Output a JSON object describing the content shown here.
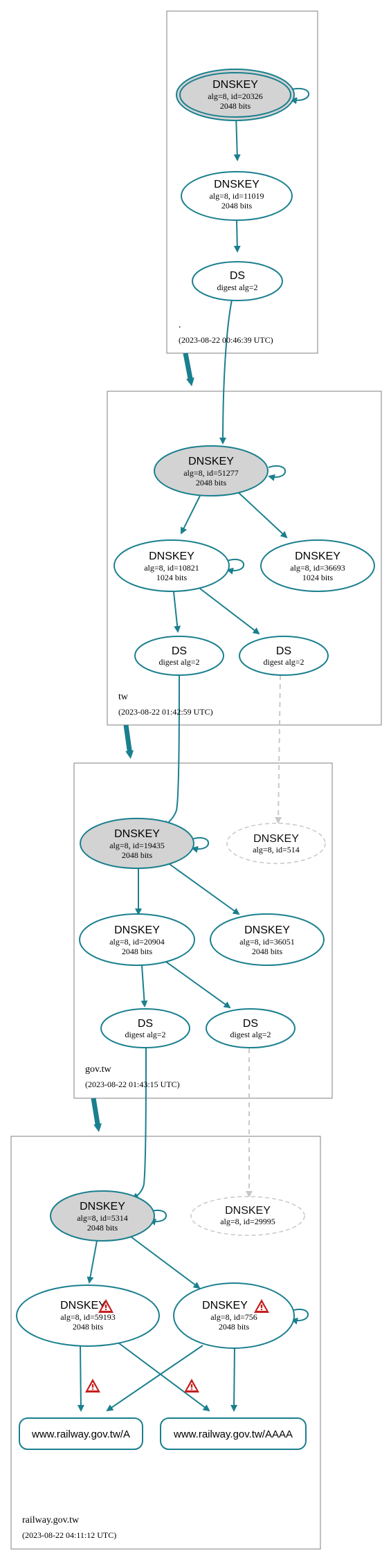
{
  "zones": {
    "root": {
      "name": ".",
      "timestamp": "(2023-08-22 00:46:39 UTC)"
    },
    "tw": {
      "name": "tw",
      "timestamp": "(2023-08-22 01:42:59 UTC)"
    },
    "govtw": {
      "name": "gov.tw",
      "timestamp": "(2023-08-22 01:43:15 UTC)"
    },
    "railway": {
      "name": "railway.gov.tw",
      "timestamp": "(2023-08-22 04:11:12 UTC)"
    }
  },
  "nodes": {
    "root_ksk": {
      "title": "DNSKEY",
      "line1": "alg=8, id=20326",
      "line2": "2048 bits"
    },
    "root_zsk": {
      "title": "DNSKEY",
      "line1": "alg=8, id=11019",
      "line2": "2048 bits"
    },
    "root_ds": {
      "title": "DS",
      "line1": "digest alg=2"
    },
    "tw_ksk": {
      "title": "DNSKEY",
      "line1": "alg=8, id=51277",
      "line2": "2048 bits"
    },
    "tw_zsk1": {
      "title": "DNSKEY",
      "line1": "alg=8, id=10821",
      "line2": "1024 bits"
    },
    "tw_zsk2": {
      "title": "DNSKEY",
      "line1": "alg=8, id=36693",
      "line2": "1024 bits"
    },
    "tw_ds1": {
      "title": "DS",
      "line1": "digest alg=2"
    },
    "tw_ds2": {
      "title": "DS",
      "line1": "digest alg=2"
    },
    "gov_ksk": {
      "title": "DNSKEY",
      "line1": "alg=8, id=19435",
      "line2": "2048 bits"
    },
    "gov_missing": {
      "title": "DNSKEY",
      "line1": "alg=8, id=514"
    },
    "gov_zsk1": {
      "title": "DNSKEY",
      "line1": "alg=8, id=20904",
      "line2": "2048 bits"
    },
    "gov_zsk2": {
      "title": "DNSKEY",
      "line1": "alg=8, id=36051",
      "line2": "2048 bits"
    },
    "gov_ds1": {
      "title": "DS",
      "line1": "digest alg=2"
    },
    "gov_ds2": {
      "title": "DS",
      "line1": "digest alg=2"
    },
    "rw_ksk": {
      "title": "DNSKEY",
      "line1": "alg=8, id=5314",
      "line2": "2048 bits"
    },
    "rw_missing": {
      "title": "DNSKEY",
      "line1": "alg=8, id=29995"
    },
    "rw_zsk1": {
      "title": "DNSKEY",
      "line1": "alg=8, id=59193",
      "line2": "2048 bits"
    },
    "rw_zsk2": {
      "title": "DNSKEY",
      "line1": "alg=8, id=756",
      "line2": "2048 bits"
    }
  },
  "records": {
    "a": "www.railway.gov.tw/A",
    "aaaa": "www.railway.gov.tw/AAAA"
  },
  "colors": {
    "edge": "#1a7f8e",
    "ksk_fill": "#d3d3d3",
    "missing": "#c8c8c8",
    "warning": "#c51f1f"
  },
  "icons": [
    "warning-icon"
  ]
}
